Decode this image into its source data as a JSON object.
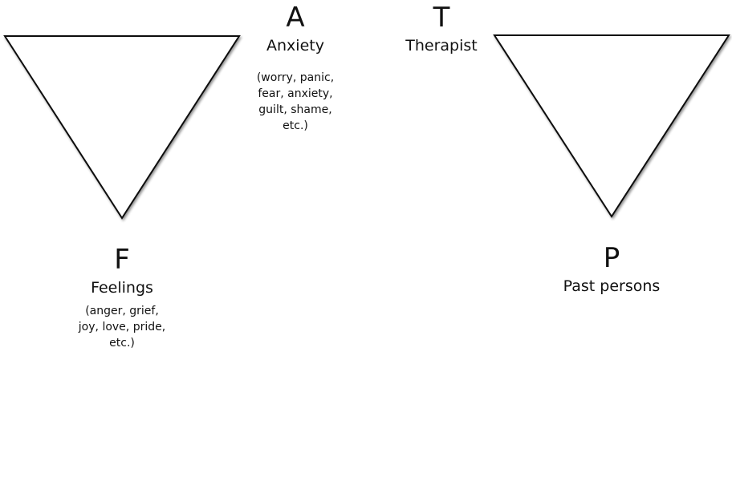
{
  "left_triangle": {
    "top_corner_label": {
      "letter": "A",
      "word": "Anxiety",
      "examples": [
        "(worry, panic,",
        "fear, anxiety,",
        "guilt, shame,",
        "etc.)"
      ]
    },
    "bottom_corner_label": {
      "letter": "F",
      "word": "Feelings",
      "examples": [
        "(anger, grief,",
        "joy, love, pride,",
        "etc.)"
      ]
    }
  },
  "right_triangle": {
    "top_corner_label": {
      "letter": "T",
      "word": "Therapist"
    },
    "bottom_corner_label": {
      "letter": "P",
      "word": "Past persons"
    }
  },
  "colors": {
    "stroke": "#111111",
    "background": "#ffffff"
  }
}
